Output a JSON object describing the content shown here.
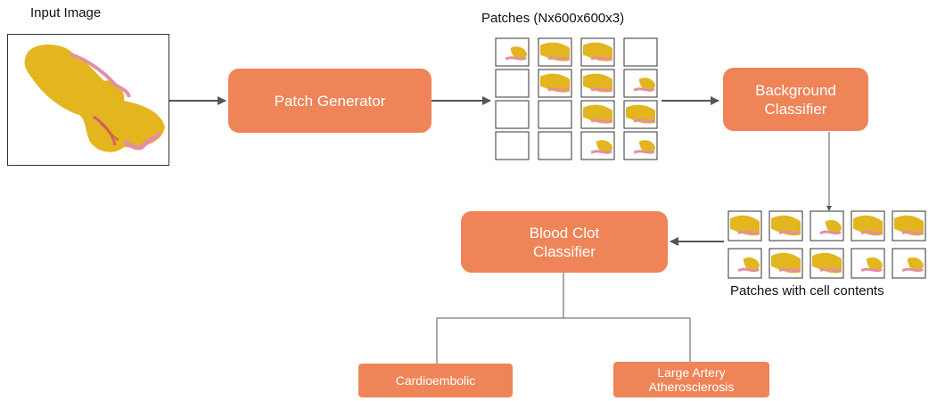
{
  "labels": {
    "input_image": "Input Image",
    "patches": "Patches (Nx600x600x3)",
    "patches_cells": "Patches with cell contents"
  },
  "nodes": {
    "patch_generator": "Patch Generator",
    "background_classifier": [
      "Background",
      "Classifier"
    ],
    "blood_clot_classifier": [
      "Blood Clot",
      "Classifier"
    ],
    "cardioembolic": "Cardioembolic",
    "large_artery": [
      "Large Artery",
      "Atherosclerosis"
    ]
  },
  "colors": {
    "node_fill": "#ee8457",
    "node_text": "#ffffff",
    "tissue_yellow": "#e3b51e",
    "tissue_pink": "#e48fa3",
    "edge": "#555555"
  },
  "patch_grid_contents": [
    [
      "partial",
      "tissue",
      "tissue",
      "empty"
    ],
    [
      "empty",
      "tissue",
      "tissue",
      "partial"
    ],
    [
      "empty",
      "empty",
      "tissue",
      "tissue"
    ],
    [
      "empty",
      "empty",
      "partial",
      "partial"
    ]
  ],
  "filtered_patch_contents": [
    [
      "tissue",
      "tissue",
      "partial",
      "tissue",
      "tissue"
    ],
    [
      "partial",
      "tissue",
      "tissue",
      "partial",
      "partial"
    ]
  ]
}
